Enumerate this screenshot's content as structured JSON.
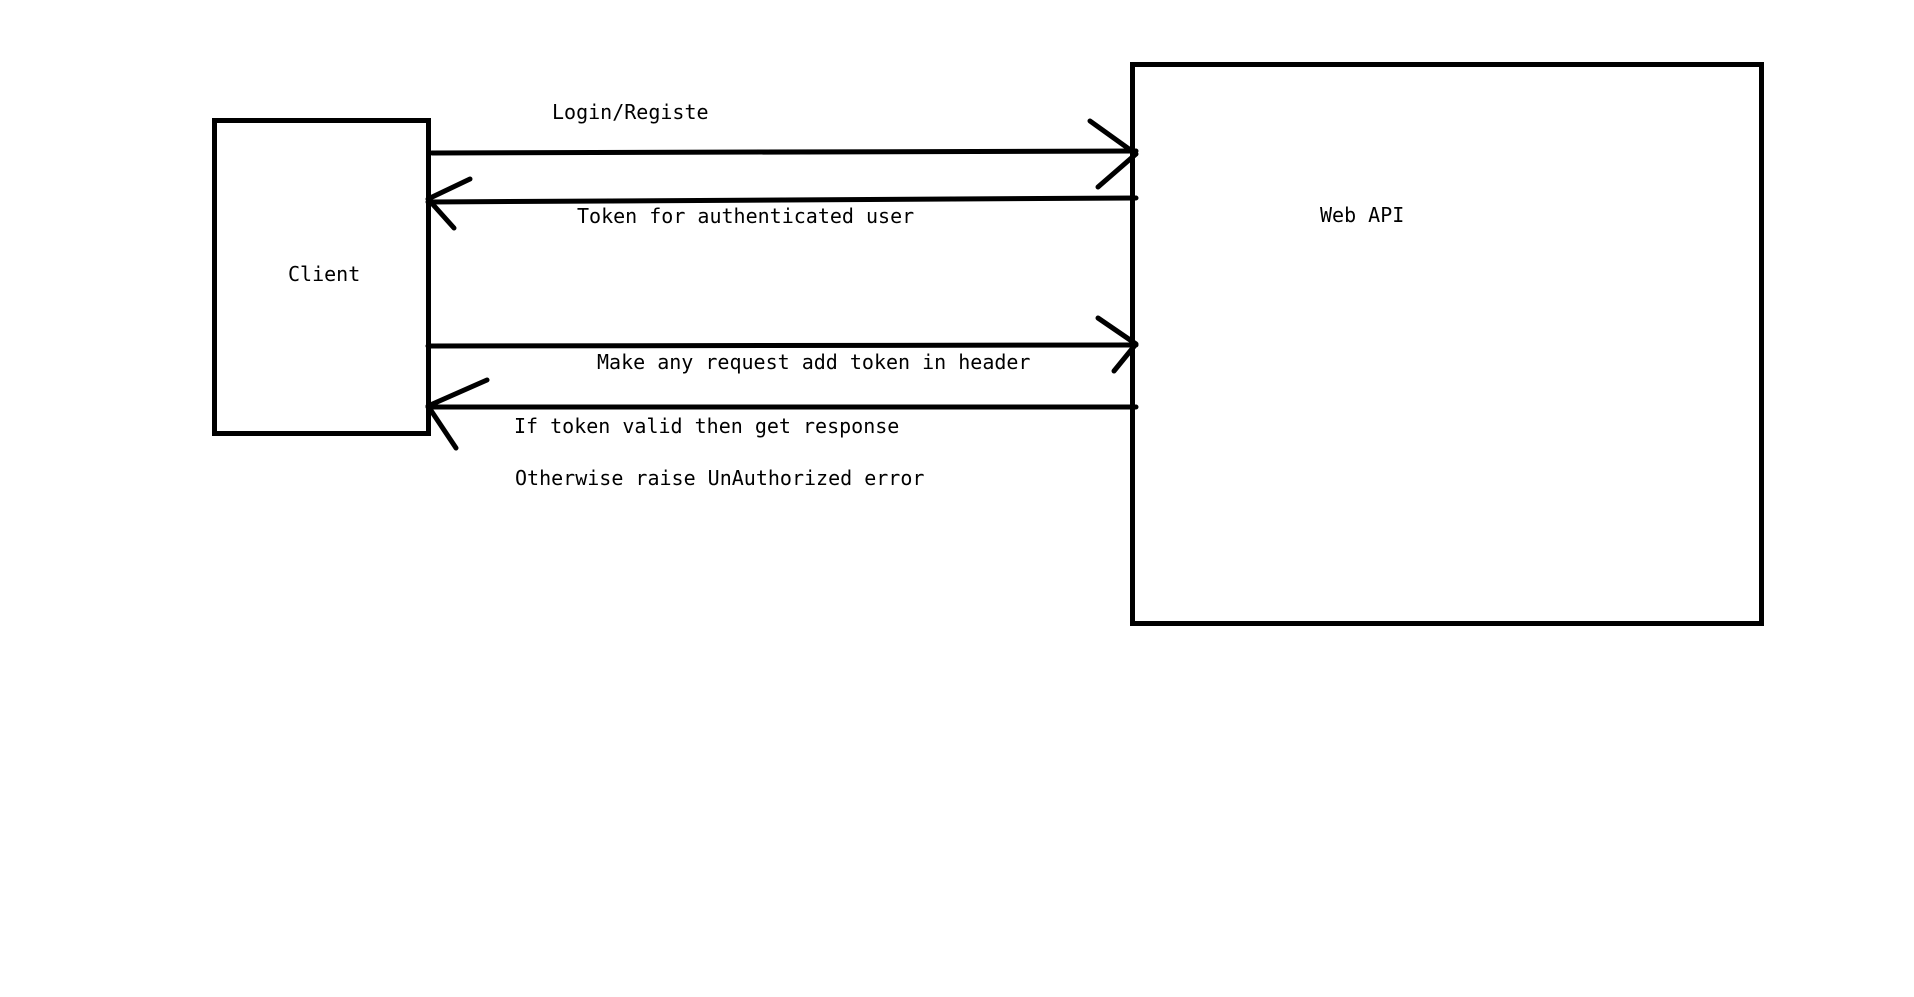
{
  "nodes": {
    "client": {
      "label": "Client"
    },
    "web_api": {
      "label": "Web API"
    }
  },
  "messages": {
    "login": {
      "label": "Login/Registe"
    },
    "token": {
      "label": "Token for authenticated user"
    },
    "request": {
      "label": "Make any request add token in header"
    },
    "response_line1": {
      "label": "If token valid then get response"
    },
    "response_line2": {
      "label": "Otherwise raise UnAuthorized error"
    }
  },
  "colors": {
    "stroke": "#000000",
    "background": "#ffffff"
  }
}
